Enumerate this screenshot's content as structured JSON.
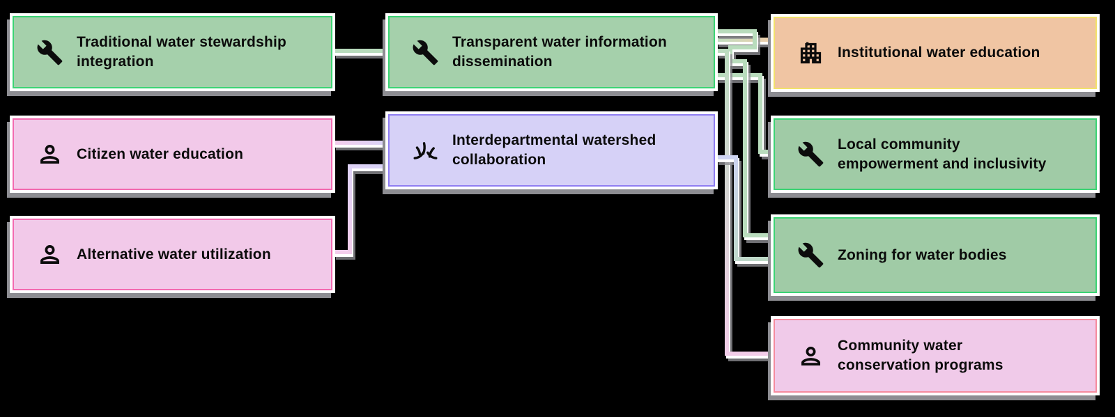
{
  "diagram": {
    "background_color": "#000000",
    "nodes": [
      {
        "id": "traditional-water-stewardship-integration",
        "label": "Traditional water stewardship\nintegration",
        "icon": "wrench-icon",
        "fill": "#a5d0ab",
        "accent": "#3bd474"
      },
      {
        "id": "citizen-water-education",
        "label": "Citizen water education",
        "icon": "person-icon",
        "fill": "#f2c9e9",
        "accent": "#f36ab0"
      },
      {
        "id": "alternative-water-utilization",
        "label": "Alternative water utilization",
        "icon": "person-icon",
        "fill": "#f2c9e9",
        "accent": "#f36ab0"
      },
      {
        "id": "transparent-water-information-dissemination",
        "label": "Transparent water information\ndissemination",
        "icon": "wrench-icon",
        "fill": "#a5d0ab",
        "accent": "#3bd474"
      },
      {
        "id": "interdepartmental-watershed-collaboration",
        "label": "Interdepartmental watershed\ncollaboration",
        "icon": "grass-icon",
        "fill": "#d6d1f7",
        "accent": "#8f7df2"
      },
      {
        "id": "institutional-water-education",
        "label": "Institutional water education",
        "icon": "apartment-icon",
        "fill": "#f0c5a3",
        "accent": "#f2e26a"
      },
      {
        "id": "local-community-empowerment-and-inclusivity",
        "label": "Local community\nempowerment and inclusivity",
        "icon": "wrench-icon",
        "fill": "#a0cba6",
        "accent": "#3bd474"
      },
      {
        "id": "zoning-for-water-bodies",
        "label": "Zoning for water bodies",
        "icon": "wrench-icon",
        "fill": "#a0cba6",
        "accent": "#3bd474"
      },
      {
        "id": "community-water-conservation-programs",
        "label": "Community water\nconservation programs",
        "icon": "person-icon",
        "fill": "#f0cae9",
        "accent": "#f58b9e"
      }
    ],
    "edges": [
      {
        "from": "traditional-water-stewardship-integration",
        "to": "transparent-water-information-dissemination"
      },
      {
        "from": "citizen-water-education",
        "to": "interdepartmental-watershed-collaboration"
      },
      {
        "from": "alternative-water-utilization",
        "to": "interdepartmental-watershed-collaboration"
      },
      {
        "from": "transparent-water-information-dissemination",
        "to": "institutional-water-education"
      },
      {
        "from": "transparent-water-information-dissemination",
        "to": "local-community-empowerment-and-inclusivity"
      },
      {
        "from": "transparent-water-information-dissemination",
        "to": "zoning-for-water-bodies"
      },
      {
        "from": "transparent-water-information-dissemination",
        "to": "community-water-conservation-programs"
      },
      {
        "from": "interdepartmental-watershed-collaboration",
        "to": "zoning-for-water-bodies"
      }
    ],
    "edge_style": {
      "green": "#b9dcbd",
      "pink_to_lavender": [
        "#f5cdeb",
        "#d8d3f8"
      ],
      "green_to_peach": [
        "#bfdfc2",
        "#f0cdaa"
      ],
      "green_to_pink": [
        "#bcdcc0",
        "#f3cce9"
      ],
      "lavender_to_green": [
        "#cfd4f4",
        "#bdd9c5"
      ]
    }
  }
}
